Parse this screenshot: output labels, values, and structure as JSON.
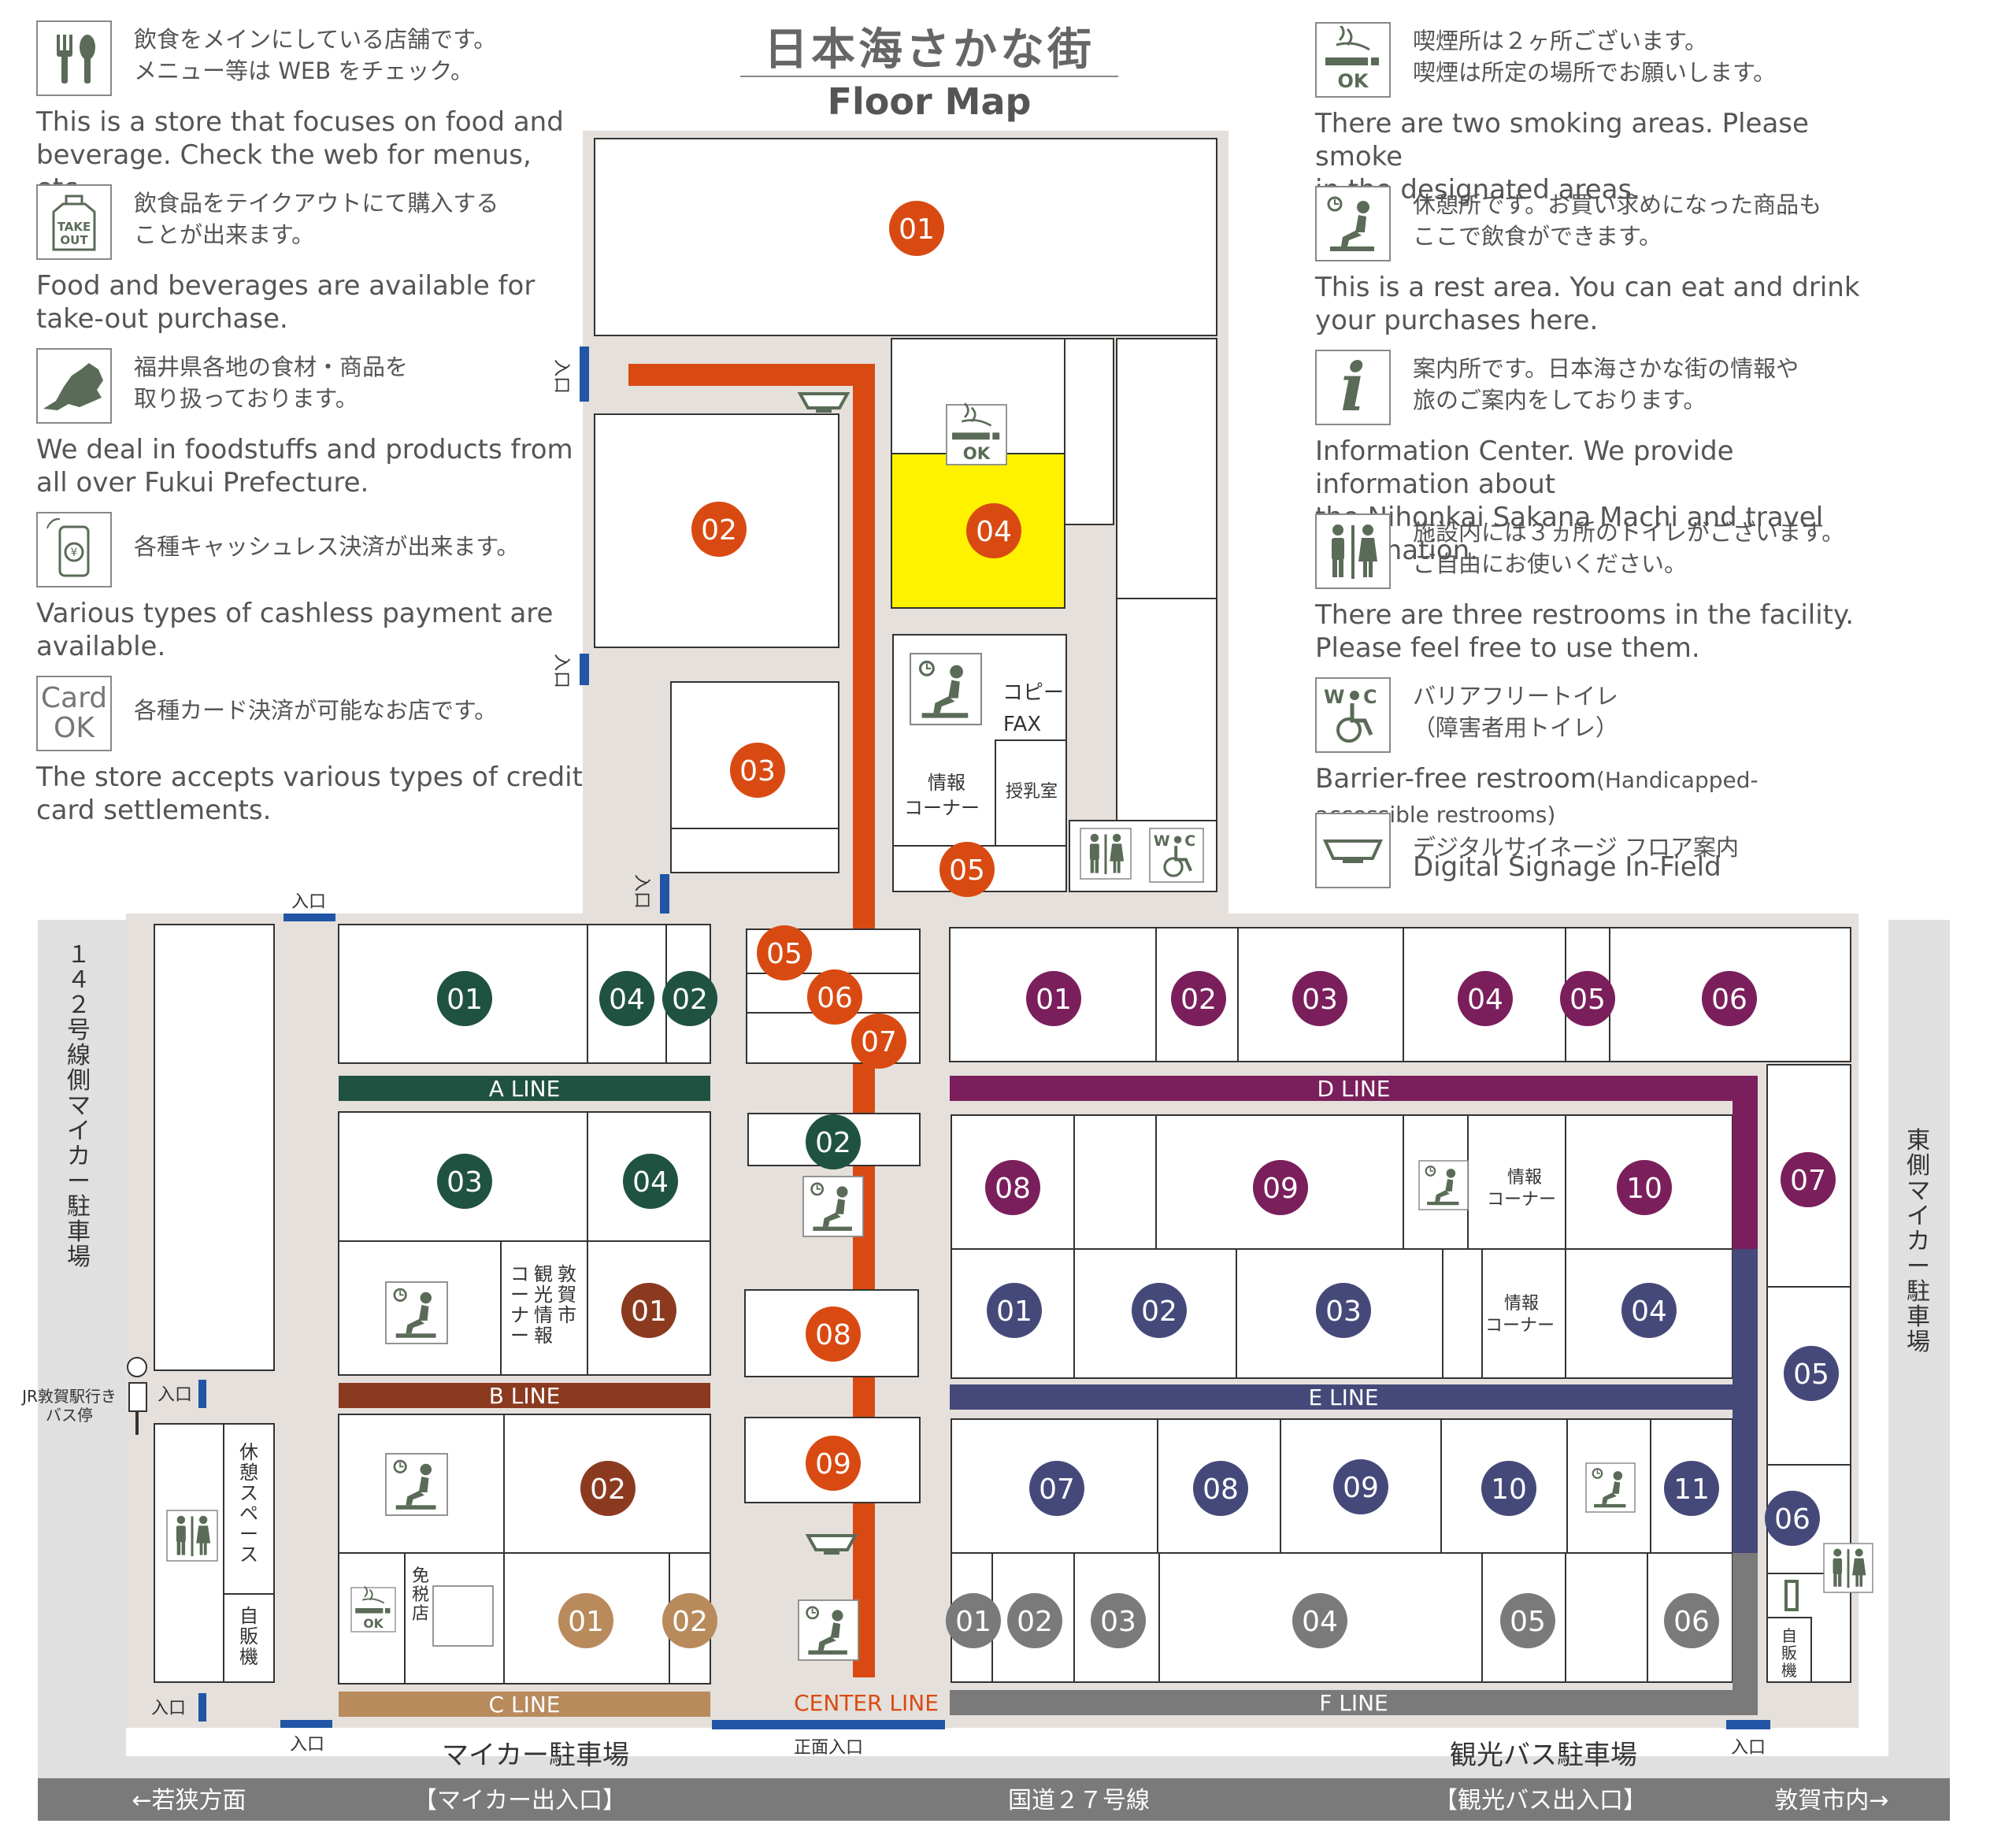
{
  "title": {
    "jp": "日本海さかな街",
    "en": "Floor Map"
  },
  "legend_left": [
    {
      "icon": "fork-spoon-icon",
      "jp": "飲食をメインにしている店舗です。\nメニュー等は WEB をチェック。",
      "en": "This is a store that focuses on food and\nbeverage. Check the web for menus, etc."
    },
    {
      "icon": "takeout-bag-icon",
      "icon_text": "TAKE\nOUT",
      "jp": "飲食品をテイクアウトにて購入する\nことが出来ます。",
      "en": "Food and beverages are available for\ntake-out purchase."
    },
    {
      "icon": "fukui-map-icon",
      "jp": "福井県各地の食材・商品を\n取り扱っております。",
      "en": "We deal in foodstuffs and products from\nall over Fukui Prefecture."
    },
    {
      "icon": "cashless-phone-icon",
      "jp": "各種キャッシュレス決済が出来ます。",
      "en": "Various types of cashless payment are\navailable."
    },
    {
      "icon": "card-ok-icon",
      "icon_text": "Card\nOK",
      "jp": "各種カード決済が可能なお店です。",
      "en": "The store accepts various types of credit\ncard settlements."
    }
  ],
  "legend_right": [
    {
      "icon": "smoking-ok-icon",
      "icon_text": "OK",
      "jp": "喫煙所は２ヶ所ございます。\n喫煙は所定の場所でお願いします。",
      "en": "There are two smoking areas. Please smoke\nin the designated areas."
    },
    {
      "icon": "rest-area-icon",
      "jp": "休憩所です。お買い求めになった商品も\nここで飲食ができます。",
      "en": "This is a rest area. You can eat and drink\nyour purchases here."
    },
    {
      "icon": "info-icon",
      "icon_text": "i",
      "jp": "案内所です。日本海さかな街の情報や\n旅のご案内をしております。",
      "en": "Information Center. We provide information about\nthe Nihonkai Sakana Machi and travel information."
    },
    {
      "icon": "restroom-icon",
      "jp": "施設内には３ヵ所のトイレがございます。\nご自由にお使いください。",
      "en": "There are three restrooms in the facility.\nPlease feel free to use them."
    },
    {
      "icon": "barrier-free-restroom-icon",
      "icon_text": "W C",
      "jp": "バリアフリートイレ\n（障害者用トイレ）",
      "en": "Barrier-free restroom",
      "en_small": "(Handicapped-accessible restrooms)"
    },
    {
      "icon": "digital-signage-icon",
      "jp": "デジタルサイネージ フロア案内",
      "en": "Digital Signage In-Field"
    }
  ],
  "lines": {
    "a": "A LINE",
    "b": "B LINE",
    "c": "C LINE",
    "d": "D LINE",
    "e": "E LINE",
    "f": "F LINE",
    "center": "CENTER LINE"
  },
  "colors": {
    "center": "#d94a12",
    "a": "#1f5240",
    "b": "#8b3a20",
    "c": "#b88a5c",
    "d": "#7a1f5c",
    "e": "#45497a",
    "f": "#7a7a7a",
    "smoking": "#fff200",
    "floor": "#e5e0db",
    "entrance": "#2255a5",
    "road": "#7a7a7a",
    "parking": "#e0e0e0",
    "icon": "#5a6b57"
  },
  "labels": {
    "entrance": "入口",
    "main_entrance": "正面入口",
    "copy": "コピー",
    "fax": "FAX",
    "info_corner_1": "情報",
    "info_corner_2": "コーナー",
    "nursing_room": "授乳室",
    "tsuruga_info": "敦賀市\n観光情報\nコーナー",
    "duty_free": "免税店",
    "rest_space": "休憩スペース",
    "vending": "自販機",
    "left_parking": "１４２号線側マイカー駐車場",
    "right_parking": "東側マイカー駐車場",
    "bus_stop_1": "JR敦賀駅行き",
    "bus_stop_2": "バス停",
    "car_parking": "マイカー駐車場",
    "bus_parking": "観光バス駐車場",
    "ok": "OK"
  },
  "road": {
    "left": "←若狭方面",
    "car_exit": "【マイカー出入口】",
    "route": "国道２７号線",
    "bus_exit": "【観光バス出入口】",
    "right": "敦賀市内→"
  },
  "stores": {
    "center": [
      "01",
      "02",
      "03",
      "04",
      "05",
      "05",
      "06",
      "07",
      "08",
      "09"
    ],
    "a": [
      "01",
      "04",
      "02",
      "03",
      "04",
      "02"
    ],
    "b": [
      "01",
      "02"
    ],
    "c": [
      "01",
      "02"
    ],
    "d": [
      "01",
      "02",
      "03",
      "04",
      "05",
      "06",
      "07",
      "08",
      "09",
      "10"
    ],
    "e": [
      "01",
      "02",
      "03",
      "04",
      "05",
      "06",
      "07",
      "08",
      "09",
      "10",
      "11"
    ],
    "f": [
      "01",
      "02",
      "03",
      "04",
      "05",
      "06"
    ]
  }
}
